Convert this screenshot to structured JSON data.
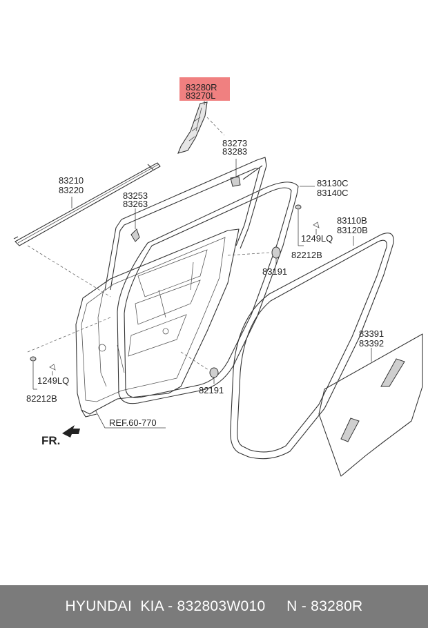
{
  "highlight_color": "#f08080",
  "labels": {
    "l83280": "83280R",
    "l83270": "83270L",
    "l83273": "83273",
    "l83283": "83283",
    "l83210": "83210",
    "l83220": "83220",
    "l83253": "83253",
    "l83263": "83263",
    "l83130": "83130C",
    "l83140": "83140C",
    "l83110": "83110B",
    "l83120": "83120B",
    "l1249a": "1249LQ",
    "l82212a": "82212B",
    "l83191": "83191",
    "l83391": "83391",
    "l83392": "83392",
    "l1249b": "1249LQ",
    "l82212b": "82212B",
    "l82191": "82191",
    "ref": "REF.60-770",
    "fr": "FR."
  },
  "footer": {
    "text": "HYUNDAI  KIA - 832803W010     N - 83280R"
  }
}
